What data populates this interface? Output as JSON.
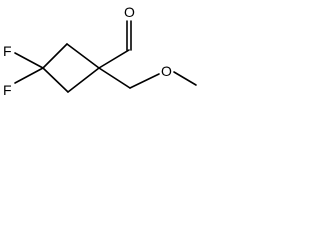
{
  "molecule": {
    "atoms": {
      "fluorine_upper": "F",
      "fluorine_lower": "F",
      "carbonyl_oxygen": "O",
      "ether_oxygen": "O"
    }
  },
  "colors": {
    "bond": "#000000",
    "label": "#000000",
    "background": "#ffffff"
  }
}
